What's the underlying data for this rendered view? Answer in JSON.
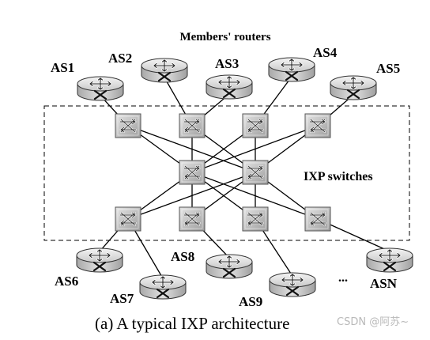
{
  "diagram": {
    "title": "Members' routers",
    "ixp_label": "IXP switches",
    "caption": "(a) A typical IXP architecture",
    "watermark": "CSDN @阿苏~",
    "ellipsis": "...",
    "routers_top": [
      "AS1",
      "AS2",
      "AS3",
      "AS4",
      "AS5"
    ],
    "routers_bottom": [
      "AS6",
      "AS7",
      "AS8",
      "AS9",
      "ASN"
    ],
    "switches": {
      "row_top": [
        "sw-t1",
        "sw-t2",
        "sw-t3",
        "sw-t4"
      ],
      "row_mid": [
        "sw-m1",
        "sw-m2"
      ],
      "row_bottom": [
        "sw-b1",
        "sw-b2",
        "sw-b3",
        "sw-b4"
      ]
    }
  }
}
